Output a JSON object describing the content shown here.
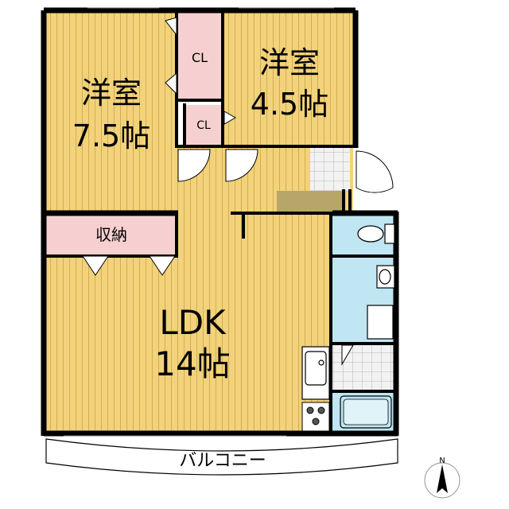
{
  "rooms": {
    "western_room_large": {
      "label": "洋室",
      "size": "7.5帖"
    },
    "western_room_small": {
      "label": "洋室",
      "size": "4.5帖"
    },
    "closet_upper": {
      "label": "CL"
    },
    "closet_lower": {
      "label": "CL"
    },
    "storage": {
      "label": "収納"
    },
    "ldk": {
      "label": "LDK",
      "size": "14帖"
    },
    "balcony": {
      "label": "バルコニー"
    }
  },
  "compass": {
    "label": "N"
  },
  "colors": {
    "floor_wood": "#f2d27a",
    "floor_stripe": "#c9a441",
    "closet_pink": "#f6d0d0",
    "wet_area_blue": "#bfe6f2",
    "tile_gray": "#e6e6e6",
    "entrance_olive": "#b7a66a",
    "wall": "#000000"
  }
}
